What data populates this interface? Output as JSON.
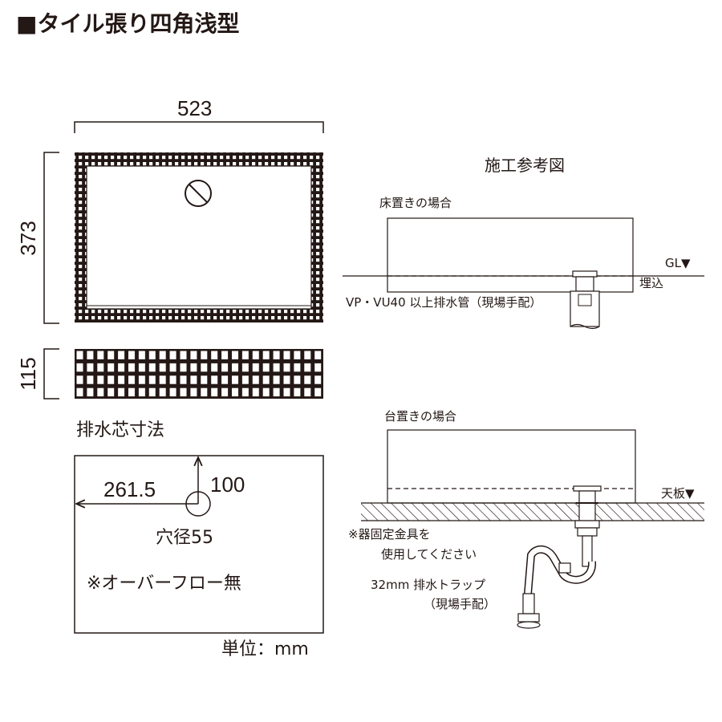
{
  "title": "■タイル張り四角浅型",
  "left": {
    "width_dim": "523",
    "height_dim": "373",
    "depth_dim": "115",
    "drain_title": "排水芯寸法",
    "drain_x": "261.5",
    "drain_y": "100",
    "hole": "穴径55",
    "overflow": "※オーバーフロー無",
    "unit": "単位：mm"
  },
  "right": {
    "title": "施工参考図",
    "floor_label": "床置きの場合",
    "gl_label": "GL▼",
    "buried_label": "埋込",
    "pipe_label": "VP・VU40 以上排水管（現場手配）",
    "counter_label": "台置きの場合",
    "counter_top_label": "天板▼",
    "note1": "※器固定金具を",
    "note2": "使用してください",
    "trap1": "32mm 排水トラップ",
    "trap2": "（現場手配）"
  },
  "colors": {
    "ink": "#231815"
  }
}
